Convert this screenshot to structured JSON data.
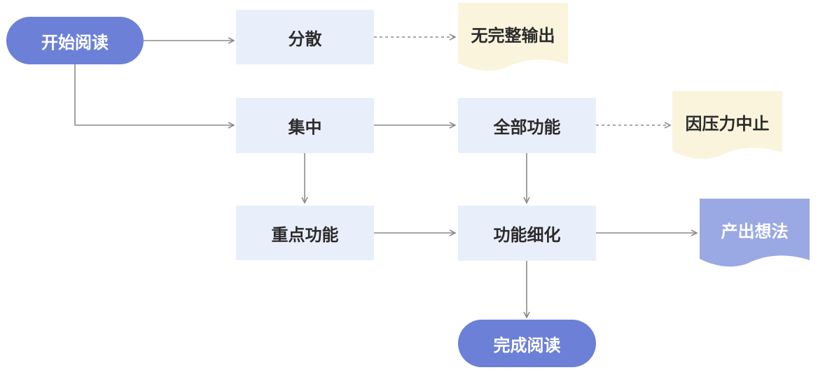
{
  "nodes": {
    "start": "开始阅读",
    "scatter": "分散",
    "no_output": "无完整输出",
    "focus": "集中",
    "all_features": "全部功能",
    "stop": "因压力中止",
    "key_features": "重点功能",
    "refine": "功能细化",
    "ideas": "产出想法",
    "finish": "完成阅读"
  },
  "colors": {
    "pill": "#6c80d8",
    "box": "#e9effa",
    "doc_yellow": "#fbf4dd",
    "doc_blue": "#9aa8e4",
    "edge": "#8c8c8c"
  }
}
